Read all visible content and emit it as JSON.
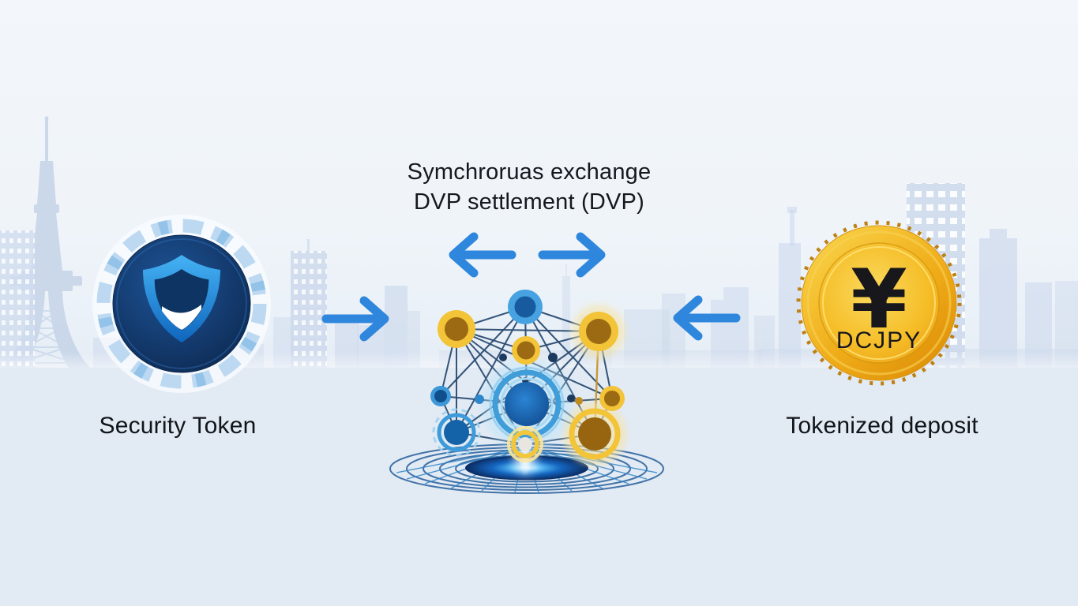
{
  "title": {
    "line1": "Symchroruas exchange",
    "line2": "DVP settlement (DVP)"
  },
  "left_token": {
    "label": "Security Token"
  },
  "right_token": {
    "label": "Tokenized deposit",
    "currency_symbol": "¥",
    "ticker": "DCJPY"
  },
  "icons": {
    "left": "shield-coin-icon",
    "center": "settlement-network-icon",
    "right": "gold-coin-icon",
    "exchange_pair": [
      "arrow-left-icon",
      "arrow-right-icon"
    ],
    "flow_from_security_token": "arrow-right-icon",
    "flow_from_tokenized_deposit": "arrow-left-icon",
    "background": "city-skyline"
  },
  "colors": {
    "arrow_blue": "#2e87dd",
    "coin_navy": "#143e74",
    "shield_blue": "#2f9ae6",
    "gold": "#f2b824",
    "gold_dark": "#9c6a12",
    "network_line": "#2b4c72",
    "background_top": "#f3f6fa",
    "background_bottom": "#e2eaf4",
    "skyline": "#cbd9ec",
    "text": "#15181e"
  }
}
